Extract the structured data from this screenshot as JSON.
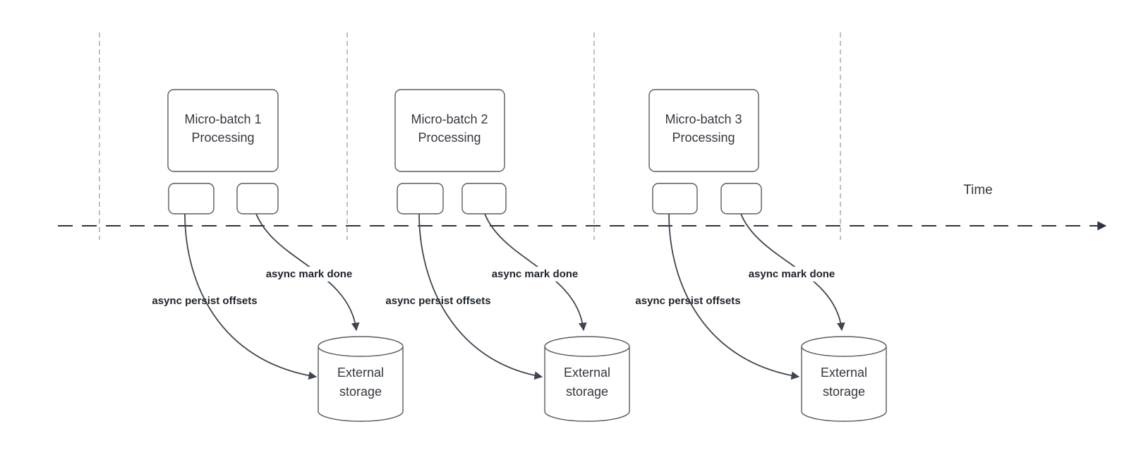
{
  "diagram": {
    "time_axis_label": "Time",
    "groups": [
      {
        "processing_box": {
          "line1": "Micro-batch 1",
          "line2": "Processing"
        },
        "persist_arrow_label": "async persist offsets",
        "mark_done_arrow_label": "async mark done",
        "storage_box": {
          "line1": "External",
          "line2": "storage"
        }
      },
      {
        "processing_box": {
          "line1": "Micro-batch 2",
          "line2": "Processing"
        },
        "persist_arrow_label": "async persist offsets",
        "mark_done_arrow_label": "async mark done",
        "storage_box": {
          "line1": "External",
          "line2": "storage"
        }
      },
      {
        "processing_box": {
          "line1": "Micro-batch 3",
          "line2": "Processing"
        },
        "persist_arrow_label": "async persist offsets",
        "mark_done_arrow_label": "async mark done",
        "storage_box": {
          "line1": "External",
          "line2": "storage"
        }
      }
    ],
    "colors": {
      "connector": "#3f4550",
      "axis": "#2e3440",
      "guide": "#a8acb1",
      "shape_border": "#565c63",
      "shape_text": "#33383f",
      "edge_label_text": "#1e2329",
      "background": "#ffffff"
    }
  }
}
